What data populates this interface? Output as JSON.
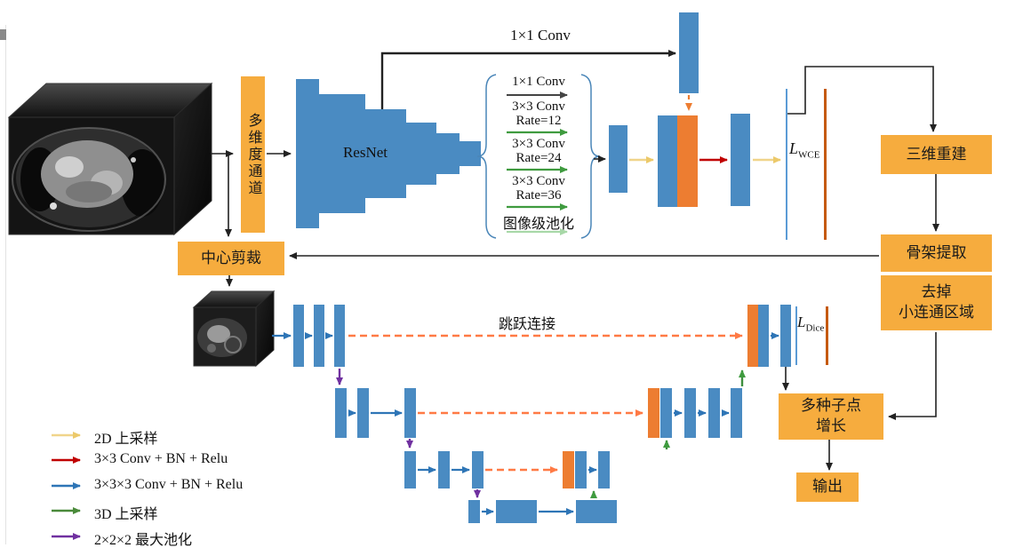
{
  "labels": {
    "multi_dim_channel": "多维度通道",
    "resnet": "ResNet",
    "top_conv": "1×1 Conv",
    "skip_connection": "跳跃连接"
  },
  "aspp": {
    "conv1": "1×1 Conv",
    "rows": [
      {
        "conv": "3×3 Conv",
        "rate": "Rate=12"
      },
      {
        "conv": "3×3 Conv",
        "rate": "Rate=24"
      },
      {
        "conv": "3×3 Conv",
        "rate": "Rate=36"
      }
    ],
    "pooling": "图像级池化"
  },
  "losses": {
    "wce": {
      "symbol": "L",
      "sub": "WCE"
    },
    "dice": {
      "symbol": "L",
      "sub": "Dice"
    }
  },
  "boxes": {
    "center_crop": "中心剪裁",
    "reconstruction_3d": "三维重建",
    "skeleton_extraction": "骨架提取",
    "remove_small_regions": {
      "line1": "去掉",
      "line2": "小连通区域"
    },
    "seed_point_growth": {
      "line1": "多种子点",
      "line2": "增长"
    },
    "output": "输出"
  },
  "legend": {
    "items": [
      {
        "label": "2D 上采样",
        "color": "#f0d48a"
      },
      {
        "label": "3×3 Conv + BN + Relu",
        "color": "#c00000"
      },
      {
        "label": "3×3×3 Conv + BN + Relu",
        "color": "#2e75b6"
      },
      {
        "label": "3D 上采样",
        "color": "#4a8a3a"
      },
      {
        "label": "2×2×2 最大池化",
        "color": "#7030a0"
      }
    ]
  },
  "colors": {
    "feature_bar_blue": "#4a8bc2",
    "process_box_orange": "#f6ac3e",
    "concat_bar_orange": "#ed7d31",
    "skip_dashed_orange": "#ff7a45",
    "aspp_green_arrow": "#3f9b3f",
    "image_pool_arrow": "#a8d8a8",
    "prediction_line_blue": "#5b9bd5",
    "ground_truth_line_orange": "#c55a11"
  }
}
